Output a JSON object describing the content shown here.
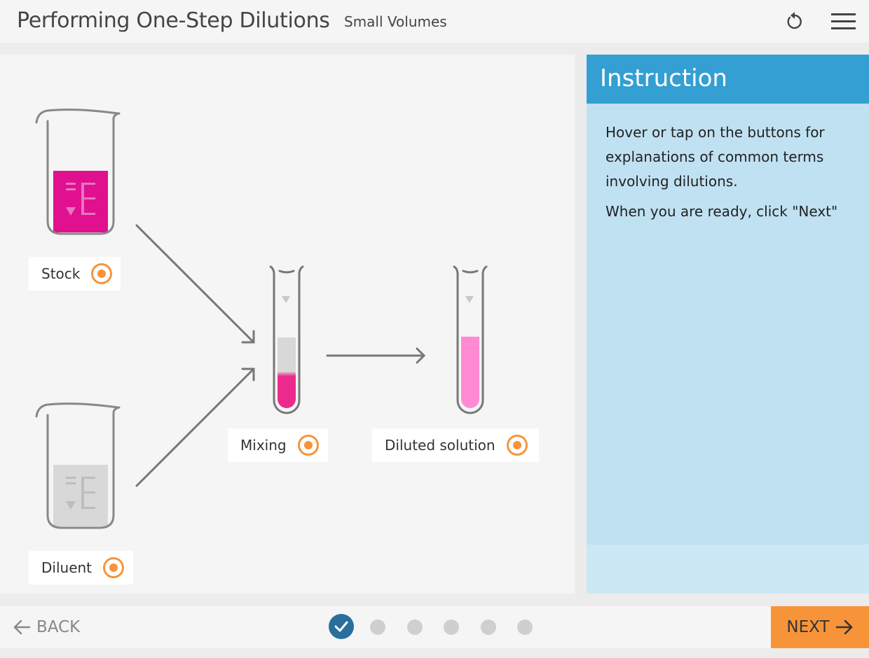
{
  "header": {
    "title": "Performing One-Step Dilutions",
    "subtitle": "Small Volumes",
    "reset_icon": "reset-icon",
    "menu_icon": "hamburger-menu-icon"
  },
  "stage": {
    "labels": {
      "stock": "Stock",
      "diluent": "Diluent",
      "mixing": "Mixing",
      "diluted": "Diluted solution"
    }
  },
  "instruction": {
    "title": "Instruction",
    "paragraphs": [
      "Hover or tap on the buttons for explanations of common terms involving dilutions.",
      "When you are ready, click \"Next\""
    ]
  },
  "footer": {
    "back_label": "BACK",
    "next_label": "NEXT",
    "progress": {
      "total_steps": 6,
      "completed_steps": 1
    }
  },
  "colors": {
    "accent_orange": "#f7943a",
    "header_blue": "#339fd2",
    "panel_blue": "#c0e1f2",
    "stock_magenta": "#e0108f",
    "mix_pink": "#ec2a8e",
    "diluted_pink": "#ff8ad4",
    "diluent_gray": "#d8d8d8",
    "progress_done": "#2a6f9c"
  }
}
